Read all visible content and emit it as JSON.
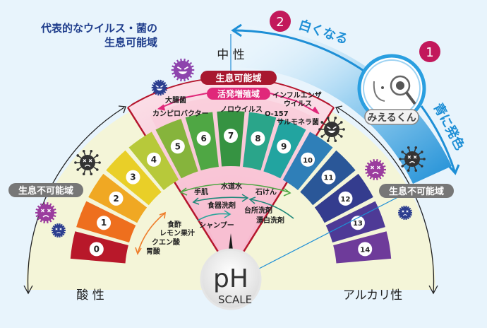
{
  "title": {
    "line1": "代表的なウイルス・菌の",
    "line2": "生息可能域"
  },
  "labels": {
    "neutral": "中 性",
    "acidic": "酸 性",
    "alkaline": "アルカリ性",
    "habitable_zone": "生息可能域",
    "proliferation_zone": "活発増殖域",
    "uninhabitable_left": "生息不可能域",
    "uninhabitable_right": "生息不可能域",
    "ph": "pH",
    "scale": "SCALE"
  },
  "indicator": {
    "step1_number": "1",
    "step2_number": "2",
    "step1_text": "青に発色",
    "step2_text": "白くなる",
    "mascot_name": "みえるくん",
    "accent_color": "#1e8fd6",
    "badge_color": "#c2185b"
  },
  "ph_scale": {
    "segments": [
      {
        "value": "0",
        "color": "#b8182a"
      },
      {
        "value": "1",
        "color": "#ee6f1e"
      },
      {
        "value": "2",
        "color": "#f0a823"
      },
      {
        "value": "3",
        "color": "#e9cf28"
      },
      {
        "value": "4",
        "color": "#b7c93a"
      },
      {
        "value": "5",
        "color": "#86b43c"
      },
      {
        "value": "6",
        "color": "#4fa744"
      },
      {
        "value": "7",
        "color": "#369342"
      },
      {
        "value": "8",
        "color": "#2aa58a"
      },
      {
        "value": "9",
        "color": "#22a4a0"
      },
      {
        "value": "10",
        "color": "#2f7fb8"
      },
      {
        "value": "11",
        "color": "#2a5798"
      },
      {
        "value": "12",
        "color": "#343c8e"
      },
      {
        "value": "13",
        "color": "#4e3a96"
      },
      {
        "value": "14",
        "color": "#6e3b9a"
      }
    ]
  },
  "microbes": {
    "daichokin": "大腸菌",
    "campylobacter": "カンピロバクター",
    "norovirus": "ノロウイルス",
    "influenza_line1": "インフルエンザ",
    "influenza_line2": "ウイルス",
    "o157": "O-157",
    "salmonella": "サルモネラ菌"
  },
  "substances": {
    "skin": "手肌",
    "tap_water": "水道水",
    "soap": "石けん",
    "dish_detergent": "食器洗剤",
    "kitchen_detergent": "台所洗剤",
    "bleach": "漂白洗剤",
    "shampoo": "シャンプー",
    "vinegar": "食酢",
    "lemon_juice": "レモン果汁",
    "citric_acid": "クエン酸",
    "stomach_acid": "胃酸"
  }
}
